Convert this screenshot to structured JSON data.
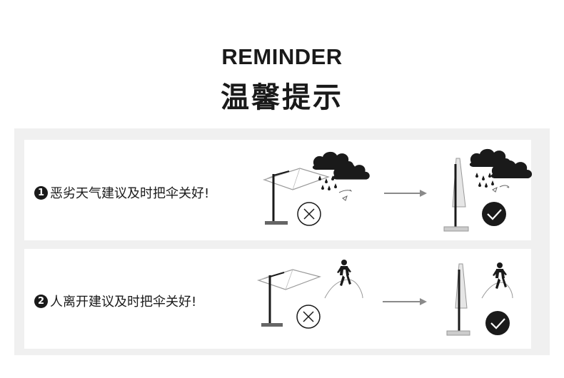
{
  "header": {
    "title_en": "REMINDER",
    "title_cn": "温馨提示"
  },
  "tips": [
    {
      "number": "1",
      "text": "恶劣天气建议及时把伞关好!",
      "wrong_icon": "cross-circle-icon",
      "right_icon": "check-circle-icon"
    },
    {
      "number": "2",
      "text": "人离开建议及时把伞关好!",
      "wrong_icon": "cross-circle-icon",
      "right_icon": "check-circle-icon"
    }
  ],
  "colors": {
    "panel": "#f0f0f0",
    "ink": "#1a1a1a",
    "arrow": "#8a8a8a"
  }
}
